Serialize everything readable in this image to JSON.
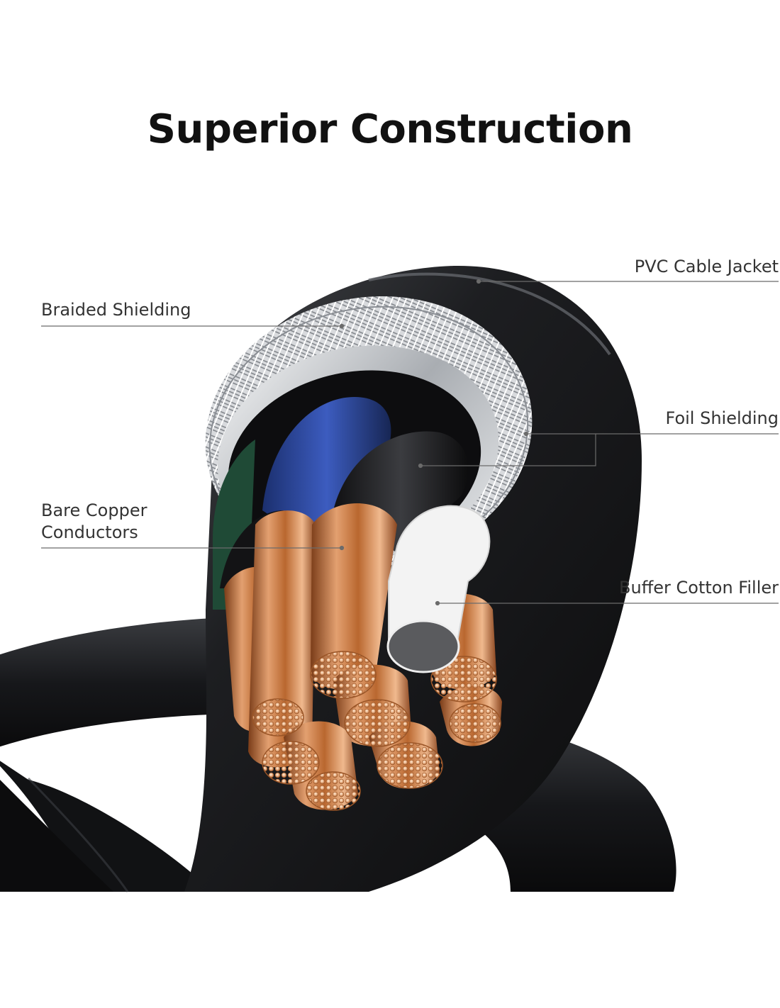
{
  "title": "Superior Construction",
  "labels": {
    "pvc_jacket": "PVC Cable Jacket",
    "braided_shielding": "Braided Shielding",
    "foil_shielding": "Foil Shielding",
    "copper_line1": "Bare Copper",
    "copper_line2": "Conductors",
    "cotton_filler": "Buffer Cotton Filler"
  },
  "colors": {
    "jacket": "#1b1c1e",
    "copper": "#c97a45",
    "blue_insulation": "#2d4aa0",
    "green_insulation": "#1f4a36",
    "foil": "#cfd2d6",
    "filler": "#f2f2f2",
    "leader_line": "#6b6b6b"
  }
}
